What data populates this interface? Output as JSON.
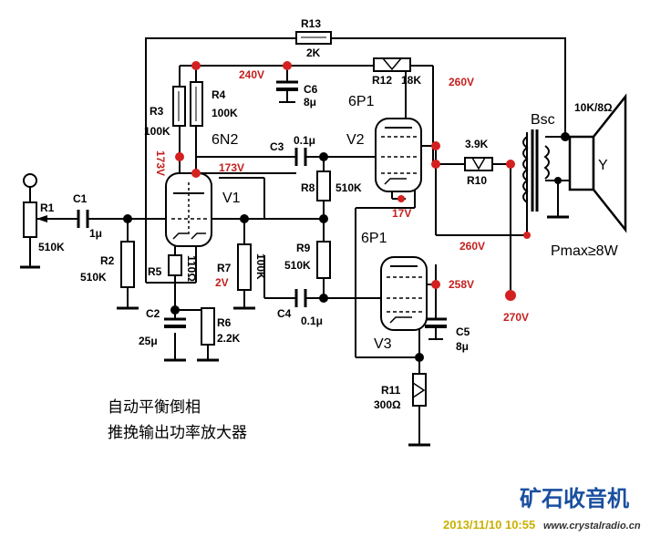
{
  "components": {
    "r13": {
      "ref": "R13",
      "val": "2K"
    },
    "r12": {
      "ref": "R12",
      "val": "18K"
    },
    "r3": {
      "ref": "R3",
      "val": "100K"
    },
    "r4": {
      "ref": "R4",
      "val": "100K"
    },
    "c6": {
      "ref": "C6",
      "val": "8μ"
    },
    "r1": {
      "ref": "R1",
      "val": "510K"
    },
    "c1": {
      "ref": "C1",
      "val": "1μ"
    },
    "r2": {
      "ref": "R2",
      "val": "510K"
    },
    "r5": {
      "ref": "R5",
      "val": "110Ω"
    },
    "r6": {
      "ref": "R6",
      "val": "2.2K"
    },
    "c2": {
      "ref": "C2",
      "val": "25μ"
    },
    "r7": {
      "ref": "R7",
      "val": "100K"
    },
    "c3": {
      "ref": "C3",
      "val": "0.1μ"
    },
    "r8": {
      "ref": "R8",
      "val": "510K"
    },
    "r9": {
      "ref": "R9",
      "val": "510K"
    },
    "c4": {
      "ref": "C4",
      "val": "0.1μ"
    },
    "r10": {
      "ref": "R10",
      "val": "3.9K"
    },
    "c5": {
      "ref": "C5",
      "val": "8μ"
    },
    "r11": {
      "ref": "R11",
      "val": "300Ω"
    }
  },
  "tubes": {
    "v1": "V1",
    "v1_type": "6N2",
    "v2": "V2",
    "v2_type": "6P1",
    "v3": "V3",
    "v3_type": "6P1"
  },
  "transformer": {
    "ref": "Bsc",
    "ratio": "10K/8Ω"
  },
  "speaker": "Y",
  "pmax": "Pmax≥8W",
  "voltages": {
    "v240": "240V",
    "v173a": "173V",
    "v173b": "173V",
    "v260a": "260V",
    "v260b": "260V",
    "v17": "17V",
    "v258": "258V",
    "v270": "270V",
    "v2": "2V"
  },
  "title": {
    "line1": "自动平衡倒相",
    "line2": "推挽输出功率放大器"
  },
  "watermark": {
    "site": "矿石收音机",
    "date": "2013/11/10 10:55",
    "url": "www.crystalradio.cn"
  },
  "colors": {
    "wire": "#000000",
    "node": "#000000",
    "voltage_node": "#d42020",
    "voltage_text": "#c41e1e",
    "watermark": "#1a4fa0"
  }
}
